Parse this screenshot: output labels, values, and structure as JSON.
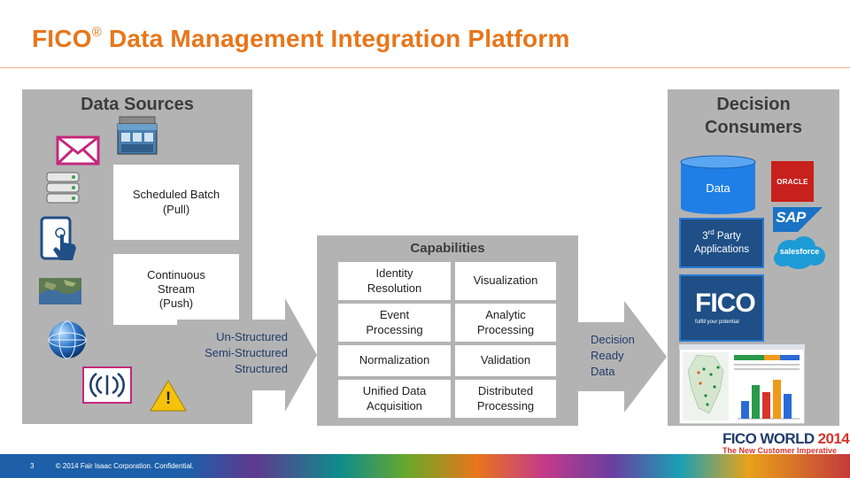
{
  "slide": {
    "title": "FICO",
    "title_mark": "®",
    "title_rest": "Data Management Integration Platform"
  },
  "sources": {
    "heading": "Data Sources",
    "batch_label": "Scheduled Batch\n(Pull)",
    "stream_label": "Continuous\nStream\n(Push)",
    "alert_glyph": "!"
  },
  "ingest_arrow": {
    "lines": [
      "Un-Structured",
      "Semi-Structured",
      "Structured"
    ]
  },
  "capabilities": {
    "heading": "Capabilities",
    "items": [
      "Identity\nResolution",
      "Visualization",
      "Event\nProcessing",
      "Analytic\nProcessing",
      "Normalization",
      "Validation",
      "Unified Data\nAcquisition",
      "Distributed\nProcessing"
    ]
  },
  "output_arrow": {
    "lines": [
      "Decision",
      "Ready",
      "Data"
    ]
  },
  "consumers": {
    "heading": "Decision\nConsumers",
    "data_label": "Data",
    "third_party_prefix": "3",
    "third_party_sup": "rd",
    "third_party_rest": " Party\nApplications",
    "oracle_logo_text": "ORACLE",
    "sap_logo_text": "SAP",
    "salesforce_logo_text": "salesforce",
    "fico_logo_text": "FICO",
    "fico_tagline": "fulfill your potential"
  },
  "footer": {
    "page_number": "3",
    "copyright": "© 2014 Fair Isaac Corporation. Confidential.",
    "event_name": "FICO WORLD",
    "event_year": "2014",
    "event_tagline": "The New Customer Imperative"
  },
  "colors": {
    "title_orange": "#e8761a",
    "panel_gray": "#b3b3b3",
    "fico_blue": "#1f4f86",
    "oracle_red": "#c8201d",
    "sap_blue": "#1a73c4",
    "salesforce_blue": "#1d9bd6"
  }
}
